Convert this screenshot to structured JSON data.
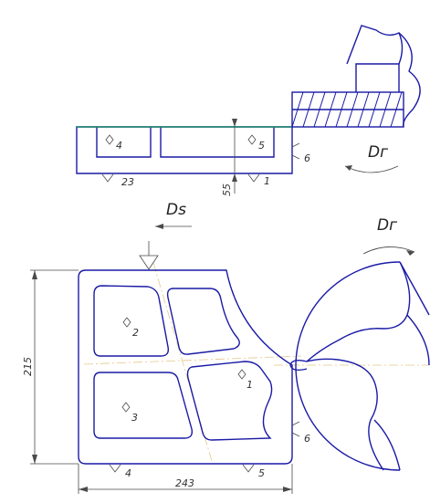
{
  "top_view": {
    "dims": {
      "height": "55",
      "width": "23"
    },
    "markers": {
      "m4": "4",
      "m5": "5",
      "m1": "1",
      "m6": "6"
    },
    "feed_label": "Ds",
    "rotation_label": "Dг"
  },
  "main_view": {
    "dims": {
      "height": "215",
      "width": "243"
    },
    "markers": {
      "m1": "1",
      "m2": "2",
      "m3": "3",
      "m4": "4",
      "m5": "5",
      "m6": "6"
    },
    "rotation_label": "Dг"
  },
  "colors": {
    "outline": "#1a1aa6",
    "top_surface": "#1f8f6a",
    "axis": "#e2c98a"
  }
}
